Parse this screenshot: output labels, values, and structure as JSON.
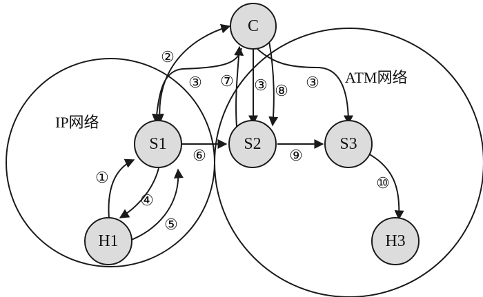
{
  "regions": {
    "ip": "IP网络",
    "atm": "ATM网络"
  },
  "nodes": {
    "c": "C",
    "s1": "S1",
    "s2": "S2",
    "s3": "S3",
    "h1": "H1",
    "h3": "H3"
  },
  "steps": {
    "s1": "①",
    "s2": "②",
    "s3": "③",
    "s4": "④",
    "s5": "⑤",
    "s6": "⑥",
    "s7": "⑦",
    "s8": "⑧",
    "s9": "⑨",
    "s10": "⑩"
  }
}
